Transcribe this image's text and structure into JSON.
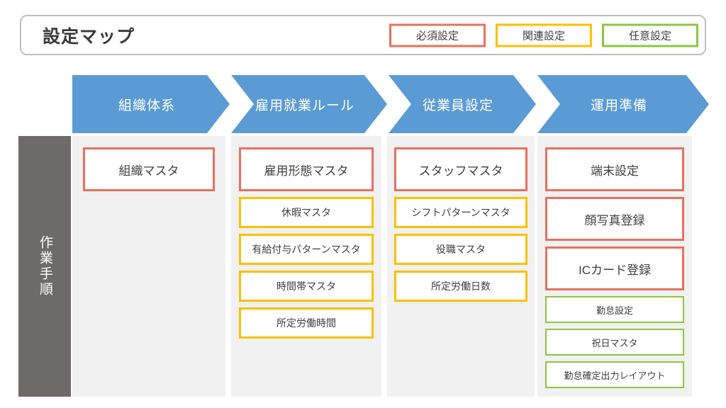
{
  "header": {
    "title": "設定マップ",
    "legend": [
      {
        "label": "必須設定",
        "color": "#E8705F",
        "kind": "required"
      },
      {
        "label": "関連設定",
        "color": "#FFBF00",
        "kind": "related"
      },
      {
        "label": "任意設定",
        "color": "#8CC63F",
        "kind": "optional"
      }
    ]
  },
  "sidebar": {
    "label": "作業手順"
  },
  "phases": [
    {
      "label": "組織体系"
    },
    {
      "label": "雇用就業ルール"
    },
    {
      "label": "従業員設定"
    },
    {
      "label": "運用準備"
    }
  ],
  "columns": [
    {
      "phase": "組織体系",
      "nodes": [
        {
          "label": "組織マスタ",
          "kind": "required"
        }
      ]
    },
    {
      "phase": "雇用就業ルール",
      "nodes": [
        {
          "label": "雇用形態マスタ",
          "kind": "required"
        },
        {
          "label": "休暇マスタ",
          "kind": "related"
        },
        {
          "label": "有給付与パターンマスタ",
          "kind": "related"
        },
        {
          "label": "時間帯マスタ",
          "kind": "related"
        },
        {
          "label": "所定労働時間",
          "kind": "related"
        }
      ]
    },
    {
      "phase": "従業員設定",
      "nodes": [
        {
          "label": "スタッフマスタ",
          "kind": "required"
        },
        {
          "label": "シフトパターンマスタ",
          "kind": "related"
        },
        {
          "label": "役職マスタ",
          "kind": "related"
        },
        {
          "label": "所定労働日数",
          "kind": "related"
        }
      ]
    },
    {
      "phase": "運用準備",
      "nodes": [
        {
          "label": "端末設定",
          "kind": "required"
        },
        {
          "label": "顔写真登録",
          "kind": "required"
        },
        {
          "label": "ICカード登録",
          "kind": "required"
        },
        {
          "label": "勤怠設定",
          "kind": "optional"
        },
        {
          "label": "祝日マスタ",
          "kind": "optional"
        },
        {
          "label": "勤怠確定出力レイアウト",
          "kind": "optional"
        }
      ]
    }
  ],
  "colors": {
    "required": "#E8705F",
    "related": "#FFBF00",
    "optional": "#8CC63F",
    "phase_band": "#5B9BD5",
    "sidebar_band": "#6E6A67",
    "panel_bg": "#F1F1F1",
    "header_border": "#BFBFBF"
  }
}
